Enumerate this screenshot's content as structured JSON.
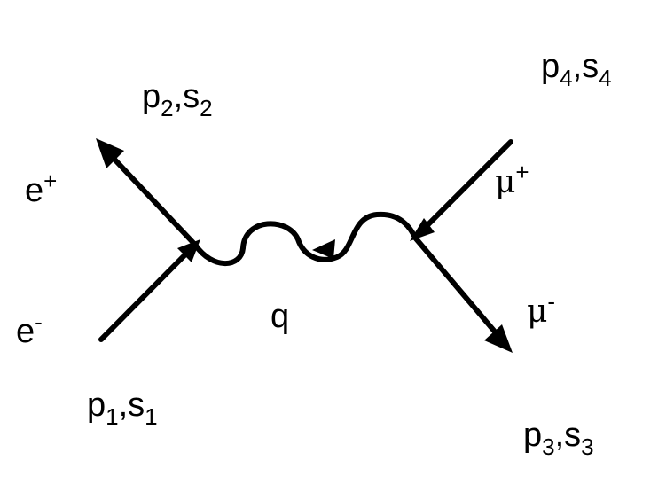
{
  "diagram": {
    "colors": {
      "stroke": "#000000",
      "background": "#ffffff"
    },
    "labels": {
      "e_plus": {
        "base": "e",
        "sup": "+"
      },
      "e_minus": {
        "base": "e",
        "sup": "-"
      },
      "mu_plus": {
        "base": "μ",
        "sup": "+"
      },
      "mu_minus": {
        "base": "μ",
        "sup": "-"
      },
      "q": "q",
      "p1s1": {
        "p": "p",
        "p_sub": "1",
        "sep": ",",
        "s": "s",
        "s_sub": "1"
      },
      "p2s2": {
        "p": "p",
        "p_sub": "2",
        "sep": ",",
        "s": "s",
        "s_sub": "2"
      },
      "p3s3": {
        "p": "p",
        "p_sub": "3",
        "sep": ",",
        "s": "s",
        "s_sub": "3"
      },
      "p4s4": {
        "p": "p",
        "p_sub": "4",
        "sep": ",",
        "s": "s",
        "s_sub": "4"
      }
    }
  }
}
